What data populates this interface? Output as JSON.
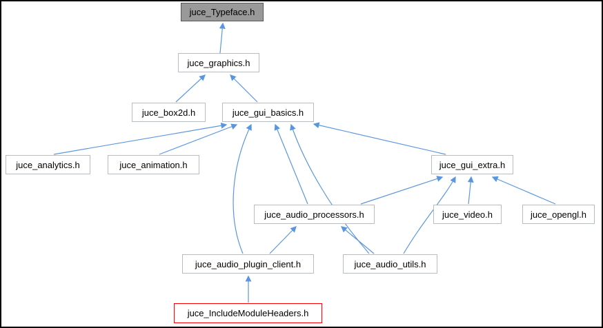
{
  "diagram": {
    "type": "include-dependency-graph",
    "root_file": "juce_Typeface.h",
    "colors": {
      "edge": "#5a96e0",
      "root_fill": "#999999",
      "root_border": "#555555",
      "node_border": "#b7bcc1",
      "highlight_border": "#ff0000",
      "background": "#ffffff",
      "frame": "#000000"
    },
    "nodes": [
      {
        "id": "juce_Typeface.h",
        "label": "juce_Typeface.h",
        "style": "root"
      },
      {
        "id": "juce_graphics.h",
        "label": "juce_graphics.h",
        "style": "normal"
      },
      {
        "id": "juce_box2d.h",
        "label": "juce_box2d.h",
        "style": "normal"
      },
      {
        "id": "juce_gui_basics.h",
        "label": "juce_gui_basics.h",
        "style": "normal"
      },
      {
        "id": "juce_analytics.h",
        "label": "juce_analytics.h",
        "style": "normal"
      },
      {
        "id": "juce_animation.h",
        "label": "juce_animation.h",
        "style": "normal"
      },
      {
        "id": "juce_gui_extra.h",
        "label": "juce_gui_extra.h",
        "style": "normal"
      },
      {
        "id": "juce_audio_processors.h",
        "label": "juce_audio_processors.h",
        "style": "normal"
      },
      {
        "id": "juce_video.h",
        "label": "juce_video.h",
        "style": "normal"
      },
      {
        "id": "juce_opengl.h",
        "label": "juce_opengl.h",
        "style": "normal"
      },
      {
        "id": "juce_audio_plugin_client.h",
        "label": "juce_audio_plugin_client.h",
        "style": "normal"
      },
      {
        "id": "juce_audio_utils.h",
        "label": "juce_audio_utils.h",
        "style": "normal"
      },
      {
        "id": "juce_IncludeModuleHeaders.h",
        "label": "juce_IncludeModuleHeaders.h",
        "style": "highlighted"
      }
    ],
    "edges": [
      {
        "from": "juce_graphics.h",
        "to": "juce_Typeface.h"
      },
      {
        "from": "juce_box2d.h",
        "to": "juce_graphics.h"
      },
      {
        "from": "juce_gui_basics.h",
        "to": "juce_graphics.h"
      },
      {
        "from": "juce_analytics.h",
        "to": "juce_gui_basics.h"
      },
      {
        "from": "juce_animation.h",
        "to": "juce_gui_basics.h"
      },
      {
        "from": "juce_gui_extra.h",
        "to": "juce_gui_basics.h"
      },
      {
        "from": "juce_audio_processors.h",
        "to": "juce_gui_basics.h"
      },
      {
        "from": "juce_audio_utils.h",
        "to": "juce_gui_basics.h"
      },
      {
        "from": "juce_audio_plugin_client.h",
        "to": "juce_gui_basics.h"
      },
      {
        "from": "juce_video.h",
        "to": "juce_gui_extra.h"
      },
      {
        "from": "juce_opengl.h",
        "to": "juce_gui_extra.h"
      },
      {
        "from": "juce_audio_processors.h",
        "to": "juce_gui_extra.h"
      },
      {
        "from": "juce_audio_utils.h",
        "to": "juce_gui_extra.h"
      },
      {
        "from": "juce_audio_plugin_client.h",
        "to": "juce_audio_processors.h"
      },
      {
        "from": "juce_audio_utils.h",
        "to": "juce_audio_processors.h"
      },
      {
        "from": "juce_IncludeModuleHeaders.h",
        "to": "juce_audio_plugin_client.h"
      }
    ]
  }
}
